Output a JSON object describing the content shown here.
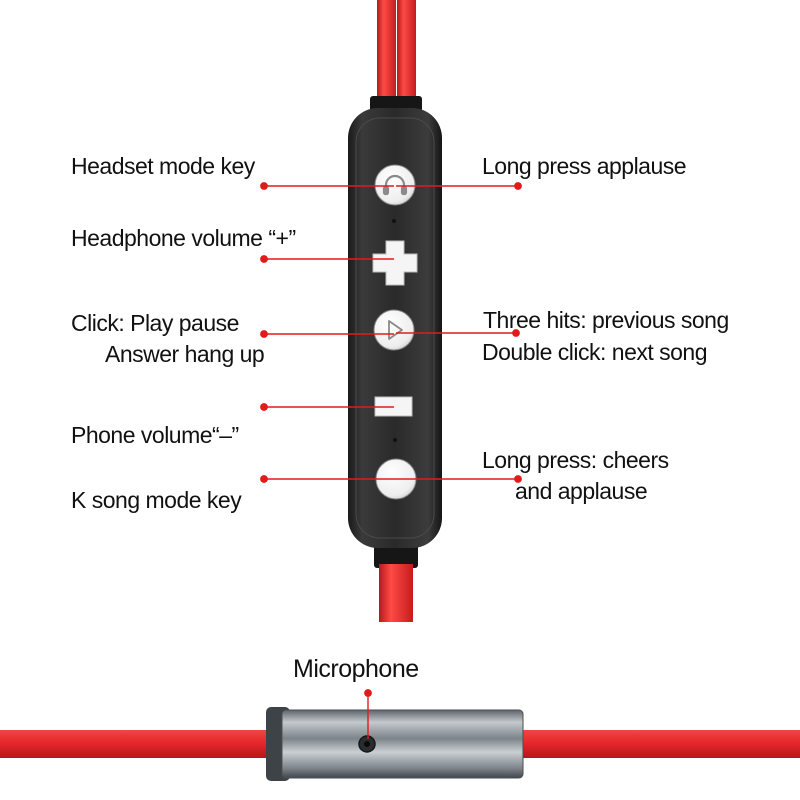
{
  "colors": {
    "cable_red": "#e3262a",
    "pointer_red": "#e11b1b",
    "remote_body": "#2b2b2b",
    "button_white": "#f4f4f4",
    "mic_metal": "#9fa6ab"
  },
  "remote": {
    "buttons": [
      {
        "name": "headset-mode",
        "icon": "headphones-icon"
      },
      {
        "name": "volume-up",
        "icon": "plus-icon"
      },
      {
        "name": "play-pause",
        "icon": "play-icon"
      },
      {
        "name": "volume-down",
        "icon": "minus-icon"
      },
      {
        "name": "k-song-mode",
        "icon": "blank-round-button"
      }
    ]
  },
  "labels": {
    "headset_mode_key": "Headset mode key",
    "long_press_applause": "Long press applause",
    "headphone_volume_plus": "Headphone volume “+”",
    "click_play_pause": "Click: Play pause",
    "answer_hang_up": "Answer hang up",
    "three_hits_previous": "Three hits: previous song",
    "double_click_next": "Double click: next song",
    "phone_volume_minus": "Phone volume“–”",
    "long_press_cheers": "Long press: cheers",
    "and_applause": "and applause",
    "k_song_mode_key": "K song mode key",
    "microphone": "Microphone"
  }
}
